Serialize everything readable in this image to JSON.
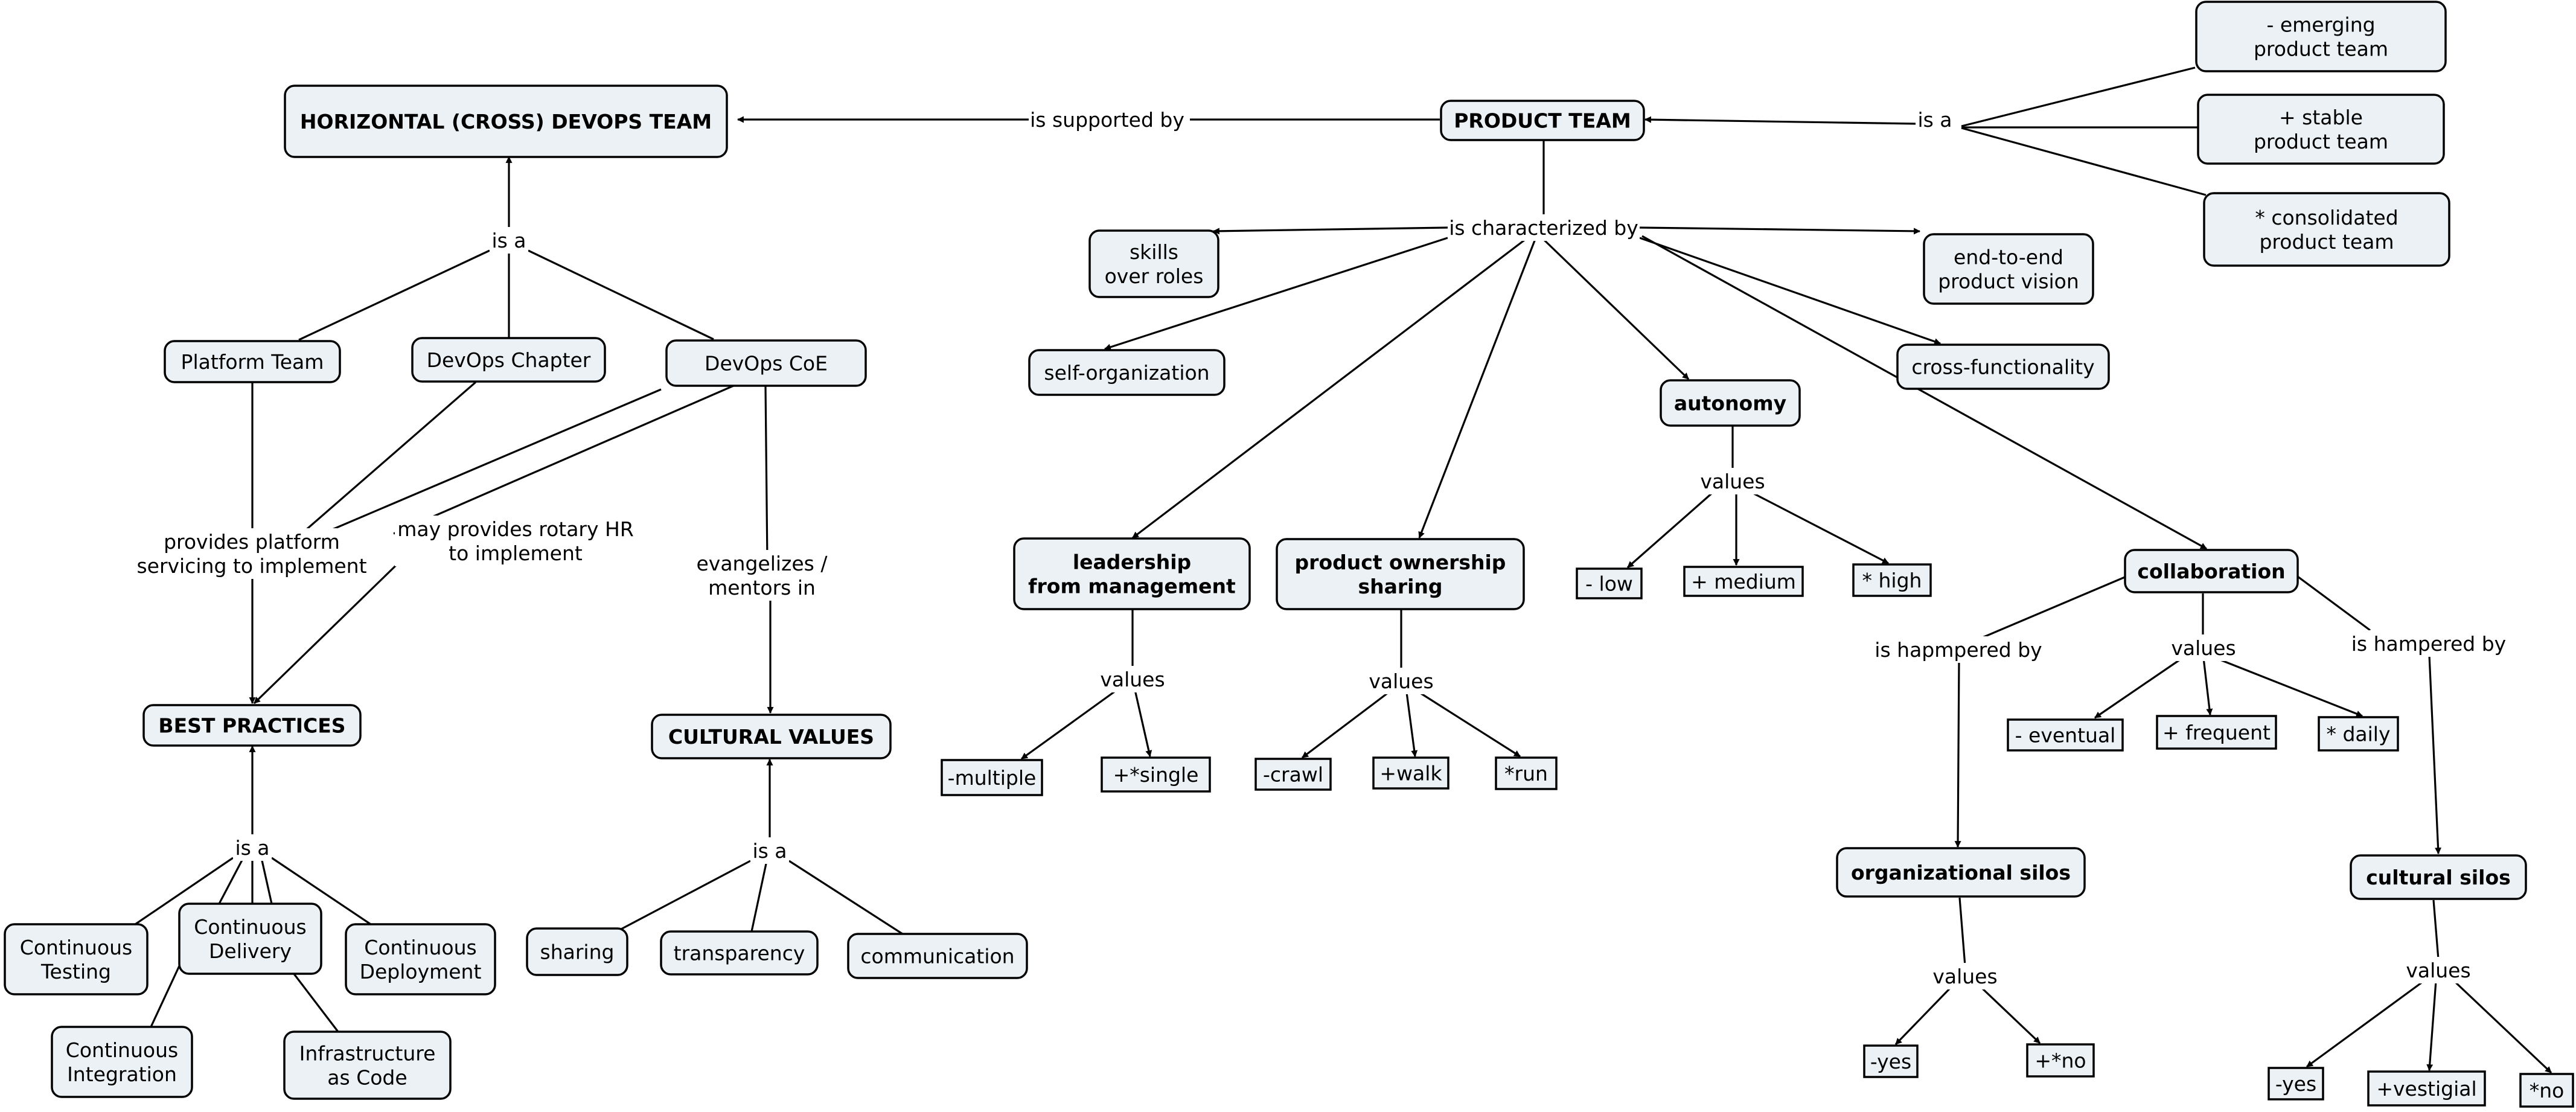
{
  "concepts": {
    "horizontal_team": [
      "HORIZONTAL (CROSS) DEVOPS TEAM"
    ],
    "product_team": [
      "PRODUCT TEAM"
    ],
    "emerging": [
      "- emerging",
      "product team"
    ],
    "stable": [
      "+ stable",
      "product team"
    ],
    "consolidated": [
      "* consolidated",
      "product team"
    ],
    "skills": [
      "skills",
      "over roles"
    ],
    "end_to_end": [
      "end-to-end",
      "product vision"
    ],
    "self_org": [
      "self-organization"
    ],
    "cross_func": [
      "cross-functionality"
    ],
    "autonomy": [
      "autonomy"
    ],
    "platform_team": [
      "Platform Team"
    ],
    "devops_chapter": [
      "DevOps Chapter"
    ],
    "devops_coe": [
      "DevOps CoE"
    ],
    "leadership": [
      "leadership",
      "from management"
    ],
    "product_ownership": [
      "product ownership",
      "sharing"
    ],
    "collaboration": [
      "collaboration"
    ],
    "best_practices": [
      "BEST PRACTICES"
    ],
    "cultural_values": [
      "CULTURAL VALUES"
    ],
    "org_silos": [
      "organizational silos"
    ],
    "cult_silos": [
      "cultural silos"
    ],
    "cont_testing": [
      "Continuous",
      "Testing"
    ],
    "cont_delivery": [
      "Continuous",
      "Delivery"
    ],
    "cont_deployment": [
      "Continuous",
      "Deployment"
    ],
    "cont_integration": [
      "Continuous",
      "Integration"
    ],
    "iac": [
      "Infrastructure",
      "as Code"
    ],
    "sharing": [
      "sharing"
    ],
    "transparency": [
      "transparency"
    ],
    "communication": [
      "communication"
    ]
  },
  "values": {
    "auto_low": [
      "- low"
    ],
    "auto_medium": [
      "+ medium"
    ],
    "auto_high": [
      "* high"
    ],
    "lead_multiple": [
      "-multiple"
    ],
    "lead_single": [
      "+*single"
    ],
    "po_crawl": [
      "-crawl"
    ],
    "po_walk": [
      "+walk"
    ],
    "po_run": [
      "*run"
    ],
    "collab_eventual": [
      "- eventual"
    ],
    "collab_frequent": [
      "+ frequent"
    ],
    "collab_daily": [
      "* daily"
    ],
    "org_yes": [
      "-yes"
    ],
    "org_no": [
      "+*no"
    ],
    "cult_yes": [
      "-yes"
    ],
    "cult_vestigial": [
      "+vestigial"
    ],
    "cult_no": [
      "*no"
    ]
  },
  "links": {
    "is_supported_by": [
      "is supported by"
    ],
    "is_a_top": [
      "is a"
    ],
    "is_characterized_by": [
      "is characterized by"
    ],
    "is_a_horizontal": [
      "is a"
    ],
    "provides_platform": [
      "provides platform",
      "servicing to implement"
    ],
    "may_provide": [
      "may provides rotary HR",
      "to implement"
    ],
    "evangelizes": [
      "evangelizes /",
      "mentors in"
    ],
    "values_autonomy": [
      "values"
    ],
    "values_leadership": [
      "values"
    ],
    "values_po": [
      "values"
    ],
    "values_collab": [
      "values"
    ],
    "hampered_org": [
      "is hapmpered by"
    ],
    "hampered_cult": [
      "is hampered by"
    ],
    "is_a_best": [
      "is a"
    ],
    "is_a_cultural": [
      "is a"
    ],
    "values_org": [
      "values"
    ],
    "values_cult": [
      "values"
    ]
  }
}
